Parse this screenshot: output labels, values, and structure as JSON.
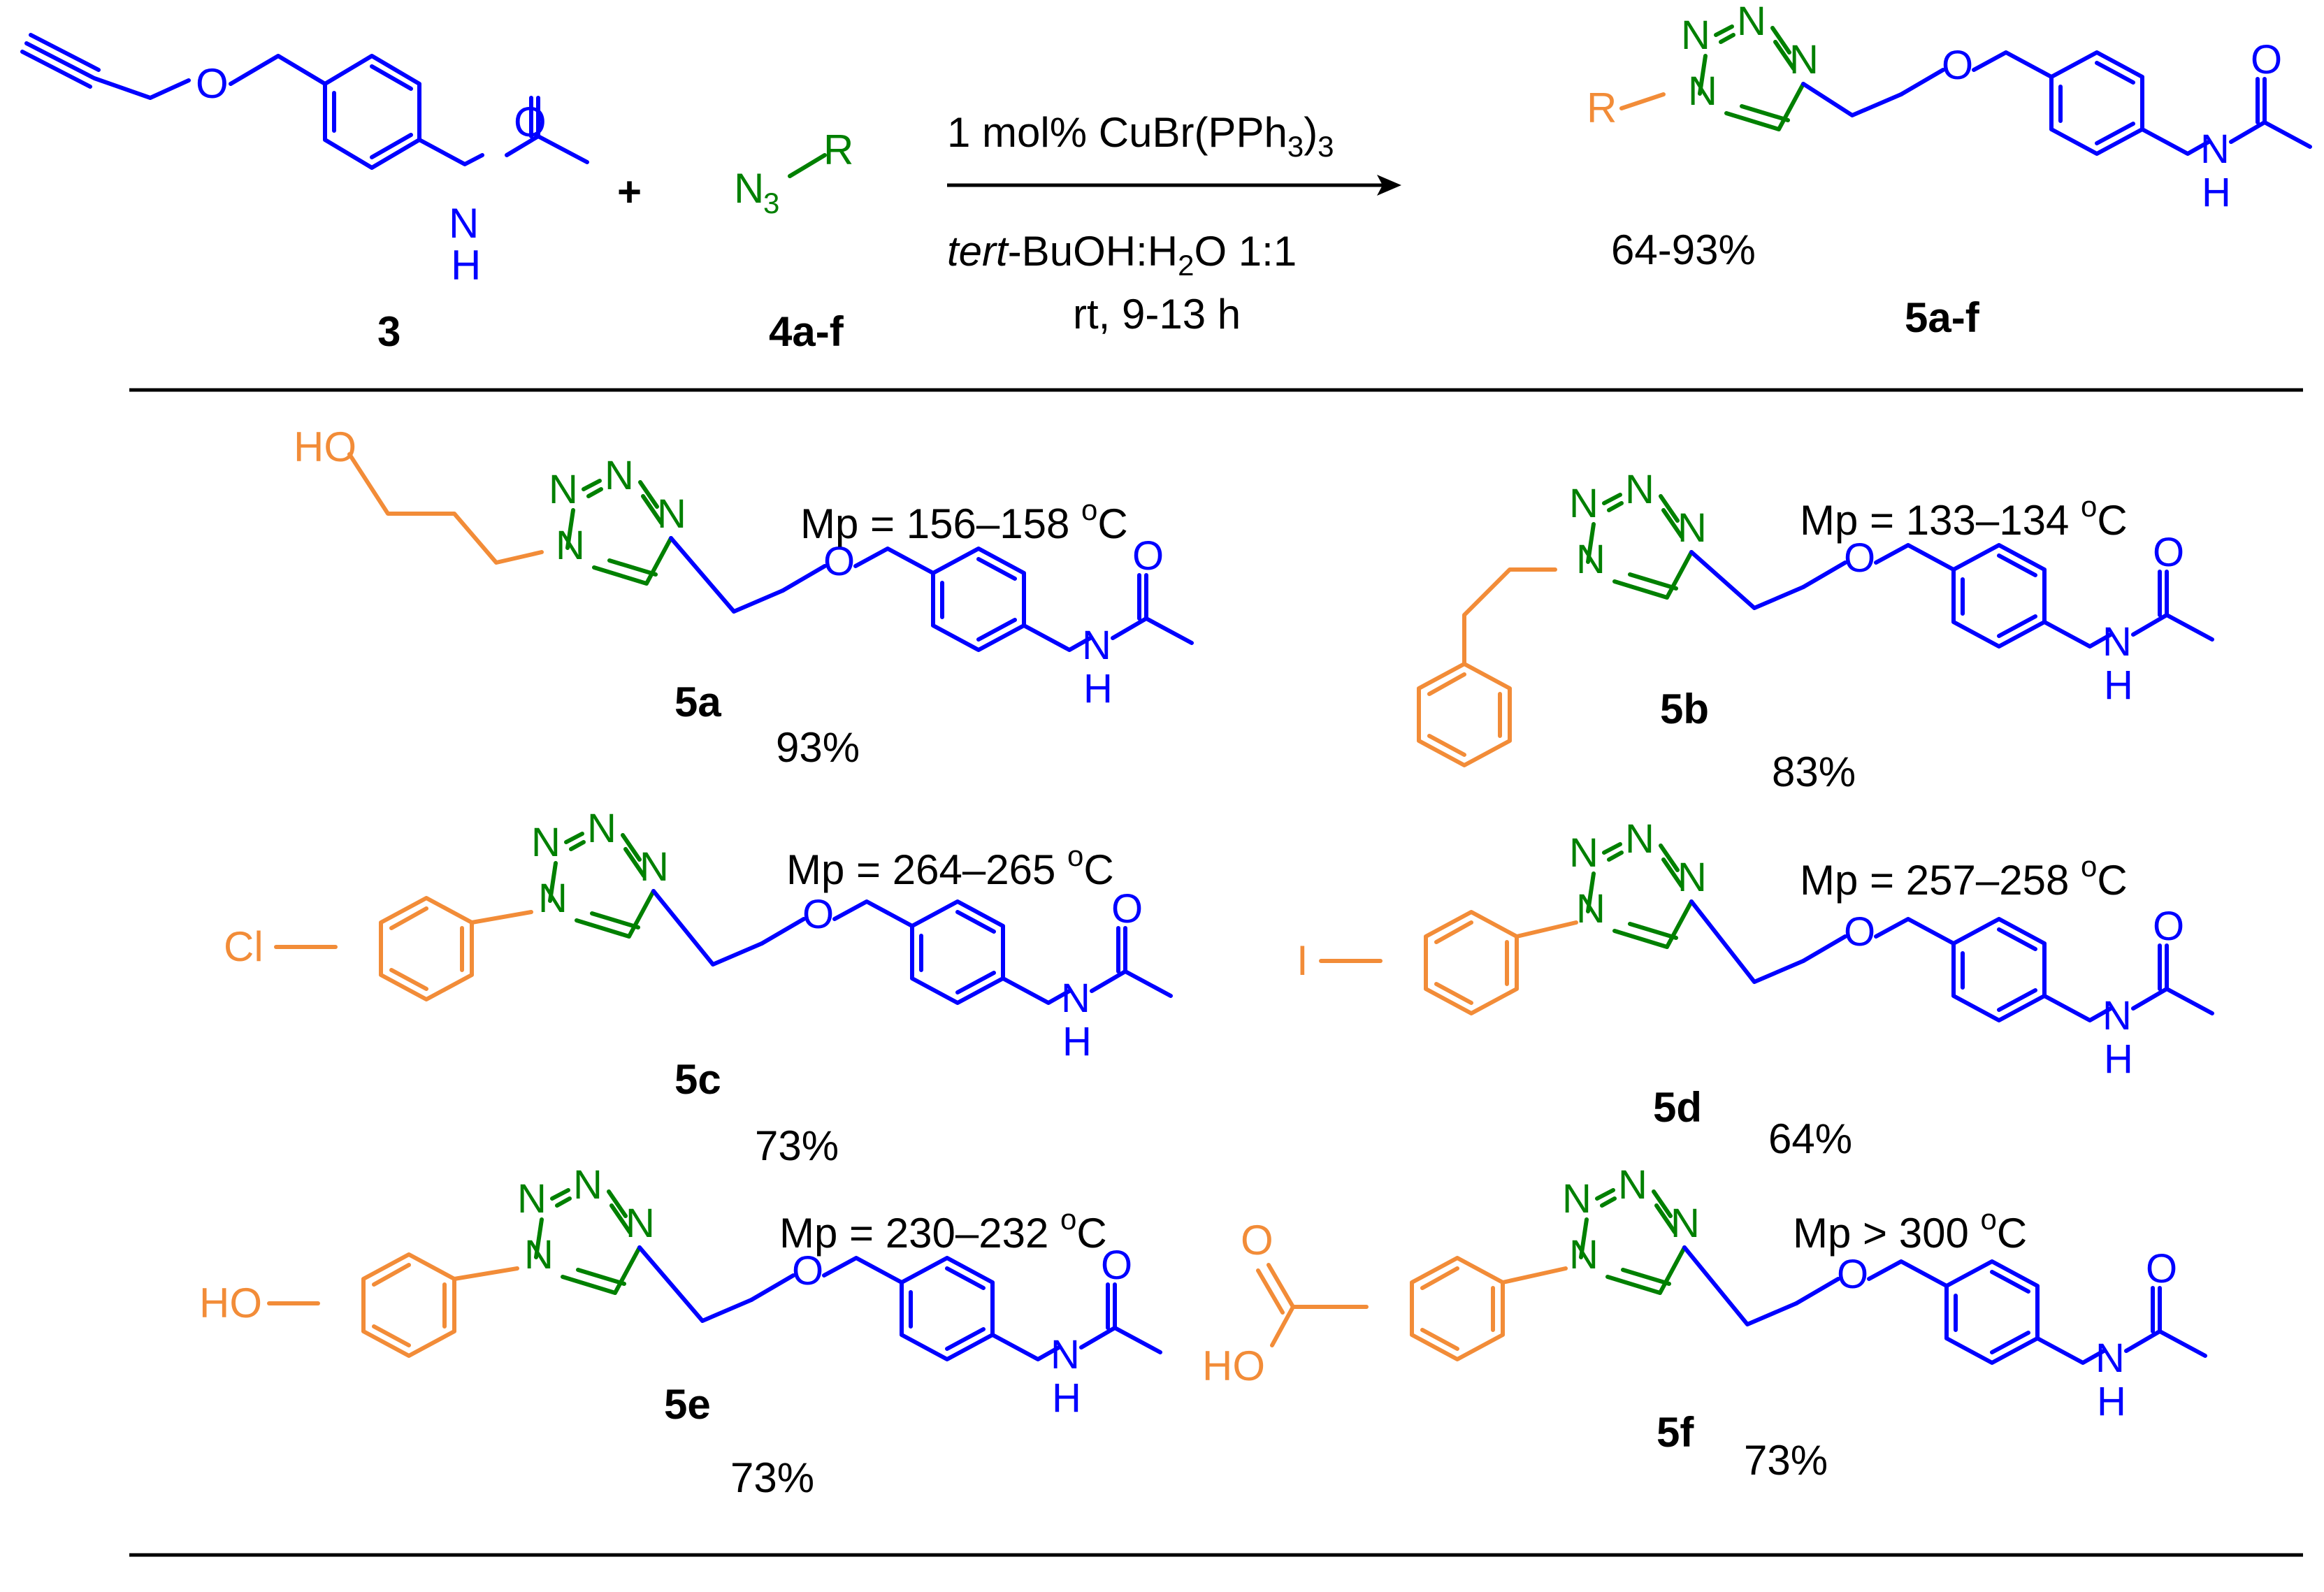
{
  "colors": {
    "core": "#0000ff",
    "triazole": "#008000",
    "substituent": "#f28c38",
    "text": "#000000"
  },
  "reaction": {
    "plus": "+",
    "reagent_1": "1 mol% CuBr(PPh",
    "reagent_sub_a": "3",
    "reagent_close": ")",
    "reagent_sub_b": "3",
    "solvent_italic": "tert",
    "solvent_rest": "-BuOH:H",
    "solvent_sub": "2",
    "solvent_end": "O 1:1",
    "conditions": "rt, 9-13 h",
    "yield_range": "64-93%"
  },
  "compounds": {
    "start_label": "3",
    "azide_label": "4a-f",
    "product_label": "5a-f"
  },
  "atoms": {
    "O": "O",
    "N": "N",
    "H": "H",
    "R": "R",
    "N3": "N",
    "N3_sub": "3",
    "HO": "HO",
    "Cl": "Cl",
    "I": "I"
  },
  "products": [
    {
      "label": "5a",
      "yield": "93%",
      "mp": "Mp = 156–158 ",
      "mp_deg": "o",
      "mp_unit": "C"
    },
    {
      "label": "5b",
      "yield": "83%",
      "mp": "Mp = 133–134 ",
      "mp_deg": "o",
      "mp_unit": "C"
    },
    {
      "label": "5c",
      "yield": "73%",
      "mp": "Mp = 264–265 ",
      "mp_deg": "o",
      "mp_unit": "C"
    },
    {
      "label": "5d",
      "yield": "64%",
      "mp": "Mp = 257–258 ",
      "mp_deg": "o",
      "mp_unit": "C"
    },
    {
      "label": "5e",
      "yield": "73%",
      "mp": "Mp = 230–232 ",
      "mp_deg": "o",
      "mp_unit": "C"
    },
    {
      "label": "5f",
      "yield": "73%",
      "mp": "Mp > 300 ",
      "mp_deg": "o",
      "mp_unit": "C"
    }
  ]
}
